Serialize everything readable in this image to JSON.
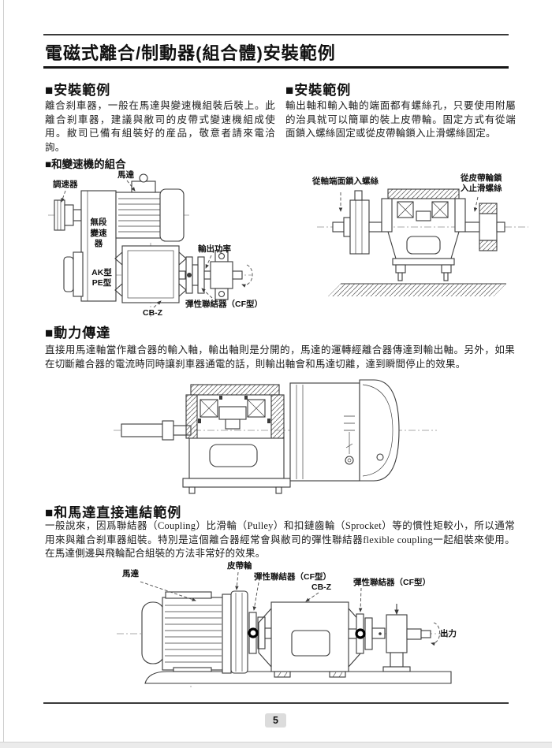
{
  "header": {
    "title": "電磁式離合/制動器(組合體)安裝範例"
  },
  "left_section": {
    "heading": "■安裝範例",
    "body": "離合刹車器，一般在馬達與變速機組裝后裝上。此離合刹車器，建議與敝司的皮帶式變速機組成使用。敝司已備有組裝好的産品，敬意者請來電洽詢。",
    "figure_title": "■和變速機的組合",
    "figure_labels": {
      "governor": "調速器",
      "motor": "馬達",
      "variator": "無段變速器",
      "ak": "AK型",
      "pe": "PE型",
      "gearbox": "CB-Z",
      "output_power": "輸出功率",
      "coupling": "彈性聯結器（CF型）"
    }
  },
  "right_section": {
    "heading": "■安裝範例",
    "body": "輸出軸和輸入軸的端面都有螺絲孔，只要使用附屬的治具就可以簡單的裝上皮帶輪。固定方式有從端面鎖入螺絲固定或從皮帶輪鎖入止滑螺絲固定。",
    "figure_labels": {
      "shaft_end_screw": "從軸端面鎖入螺絲",
      "pulley_screw": "從皮帶輪鎖入止滑螺絲"
    }
  },
  "power_section": {
    "heading": "■動力傳達",
    "body": "直接用馬達軸當作離合器的輸入軸，輸出軸則是分開的，馬達的運轉經離合器傳達到輸出軸。另外，如果在切斷離合器的電流時同時讓刹車器通電的話，則輸出軸會和馬達切離，達到瞬間停止的效果。"
  },
  "direct_section": {
    "heading": "■和馬達直接連結範例",
    "body": "一般說來，因爲聯結器（Coupling）比滑輪（Pulley）和扣鏈齒輪（Sprocket）等的慣性矩較小，所以通常用來與離合刹車器組裝。特別是這個離合器經常會與敝司的彈性聯結器flexible coupling一起組裝來使用。在馬達側邊與飛輪配合組裝的方法非常好的效果。",
    "figure_labels": {
      "motor": "馬達",
      "pulley": "皮帶輪",
      "coupling_front": "彈性聯結器（CF型）",
      "gearbox": "CB-Z",
      "coupling_rear": "彈性聯結器（CF型）",
      "output": "出力"
    }
  },
  "footer": {
    "page_number": "5"
  }
}
